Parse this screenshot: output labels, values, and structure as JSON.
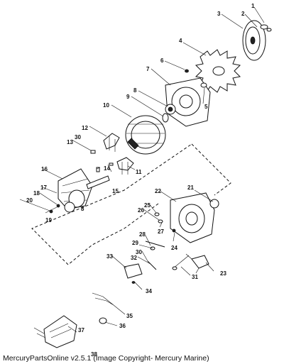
{
  "caption": "MercuryPartsOnline v2.5.1 (Image Copyright- Mercury Marine)",
  "callouts": {
    "n1": "1",
    "n2": "2",
    "n3": "3",
    "n4": "4",
    "n5": "5",
    "n6": "6",
    "n7": "7",
    "n8": "8",
    "n8b": "8",
    "n9": "9",
    "n10": "10",
    "n11": "11",
    "n12": "12",
    "n13": "13",
    "n14": "14",
    "n15": "15",
    "n16": "16",
    "n17": "17",
    "n18": "18",
    "n19": "19",
    "n20": "20",
    "n21": "21",
    "n22": "22",
    "n23": "23",
    "n24": "24",
    "n25": "25",
    "n26": "26",
    "n27": "27",
    "n28": "28",
    "n29": "29",
    "n30": "30",
    "n30b": "30",
    "n31": "31",
    "n32": "32",
    "n33": "33",
    "n34": "34",
    "n35": "35",
    "n36": "36",
    "n37": "37",
    "n38": "38"
  }
}
